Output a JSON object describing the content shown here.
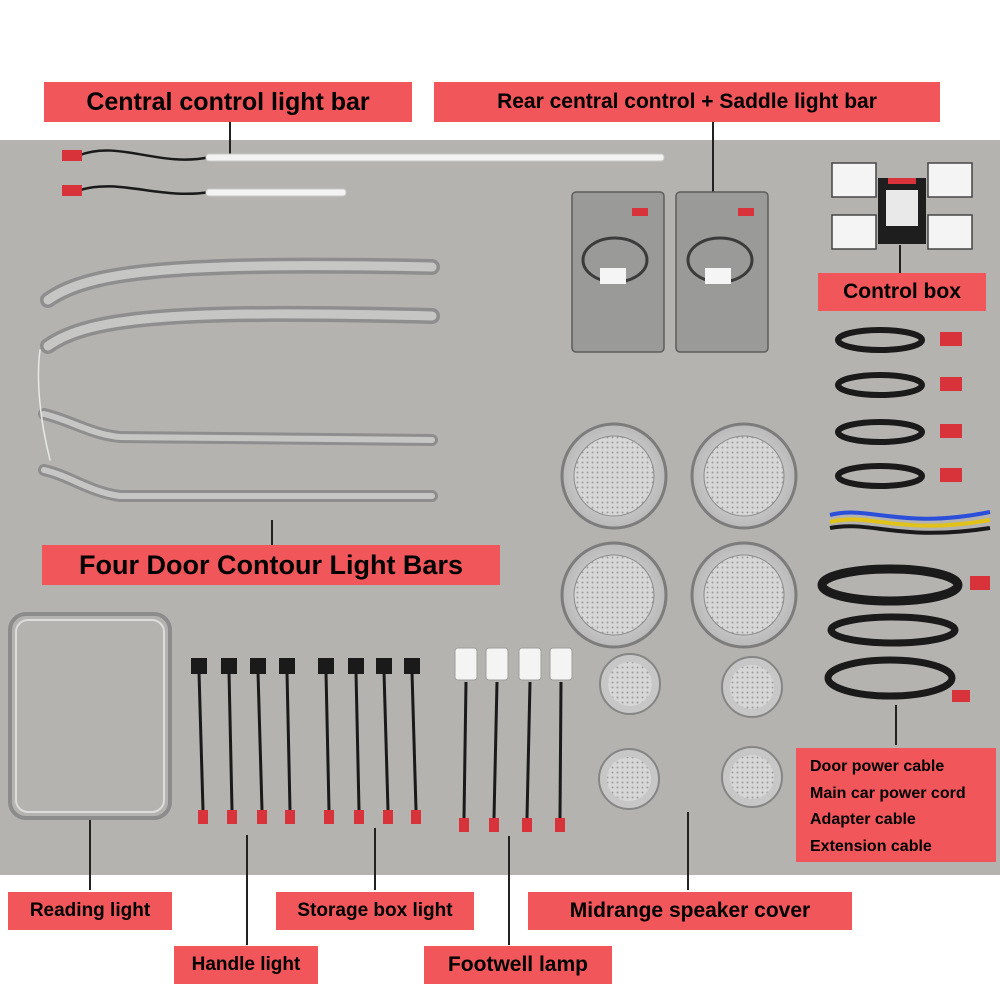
{
  "labels": {
    "central_control": "Central control light bar",
    "rear_central": "Rear central control + Saddle light bar",
    "control_box": "Control box",
    "four_door": "Four Door Contour Light Bars",
    "cables": [
      "Door power cable",
      "Main car power cord",
      "Adapter cable",
      "Extension cable"
    ],
    "reading_light": "Reading light",
    "storage_box": "Storage box light",
    "midrange": "Midrange speaker cover",
    "handle_light": "Handle light",
    "footwell": "Footwell lamp"
  },
  "colors": {
    "label_bg": "#f0565a",
    "board_bg": "#b4b3b0",
    "cable": "#1a1a1a",
    "connector": "#d8333a"
  }
}
